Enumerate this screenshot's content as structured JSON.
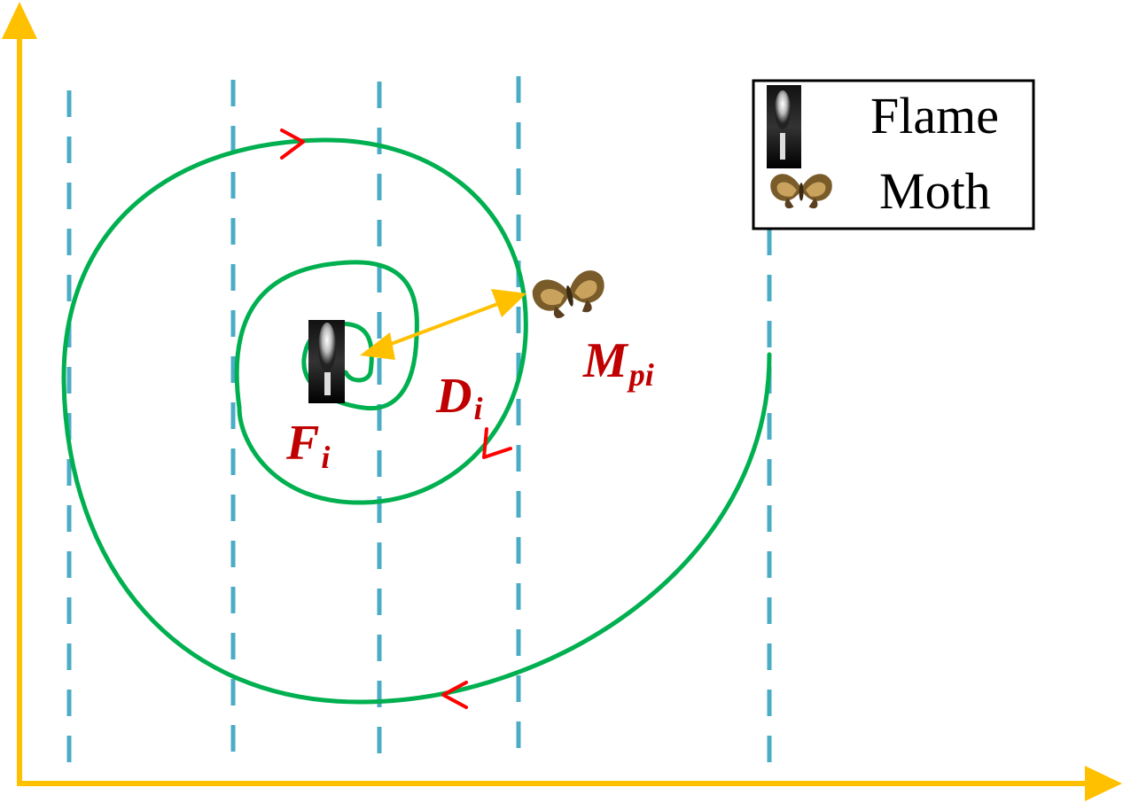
{
  "legend": {
    "flame_label": "Flame",
    "moth_label": "Moth",
    "flame_icon": "flame-icon",
    "moth_icon": "moth-icon"
  },
  "labels": {
    "flame_base": "F",
    "flame_sub": "i",
    "distance_base": "D",
    "distance_sub": "i",
    "moth_base": "M",
    "moth_sub": "pi"
  },
  "colors": {
    "axis": "#FFC000",
    "spiral": "#00B050",
    "grid": "#4BACC6",
    "direction_arrow": "#FF0000",
    "label": "#C00000",
    "distance_arrow": "#FFC000"
  }
}
